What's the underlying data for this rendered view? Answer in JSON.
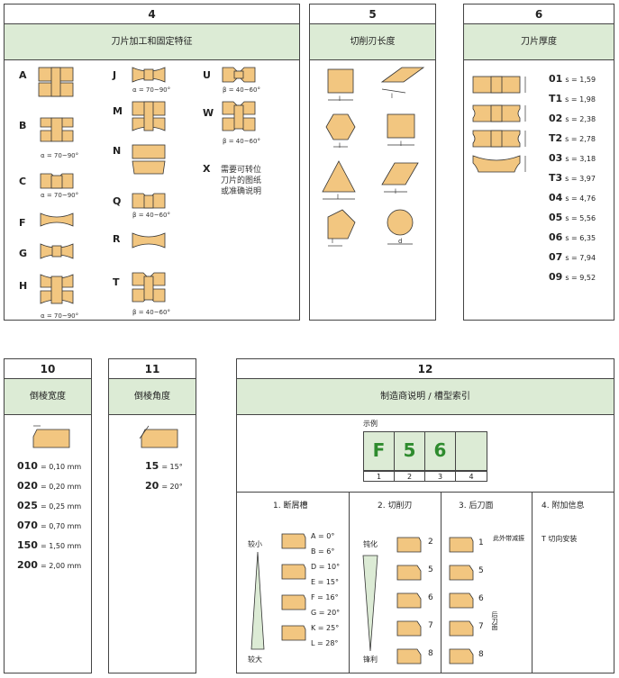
{
  "panel4": {
    "number": "4",
    "title": "刀片加工和固定特征",
    "items": {
      "A": "A",
      "B": "B",
      "C": "C",
      "F": "F",
      "G": "G",
      "H": "H",
      "J": "J",
      "M": "M",
      "N": "N",
      "Q": "Q",
      "R": "R",
      "T": "T",
      "U": "U",
      "W": "W",
      "X": "X"
    },
    "alpha": "α = 70~90°",
    "beta": "β = 40~60°",
    "x_note": [
      "需要可转位",
      "刀片的图纸",
      "或准确说明"
    ]
  },
  "panel5": {
    "number": "5",
    "title": "切削刃长度",
    "l": "l",
    "d": "d"
  },
  "panel6": {
    "number": "6",
    "title": "刀片厚度",
    "codes": [
      {
        "code": "01",
        "value": "s = 1,59"
      },
      {
        "code": "T1",
        "value": "s = 1,98"
      },
      {
        "code": "02",
        "value": "s = 2,38"
      },
      {
        "code": "T2",
        "value": "s = 2,78"
      },
      {
        "code": "03",
        "value": "s = 3,18"
      },
      {
        "code": "T3",
        "value": "s = 3,97"
      },
      {
        "code": "04",
        "value": "s = 4,76"
      },
      {
        "code": "05",
        "value": "s = 5,56"
      },
      {
        "code": "06",
        "value": "s = 6,35"
      },
      {
        "code": "07",
        "value": "s = 7,94"
      },
      {
        "code": "09",
        "value": "s = 9,52"
      }
    ]
  },
  "panel10": {
    "number": "10",
    "title": "倒棱宽度",
    "codes": [
      {
        "code": "010",
        "value": "= 0,10 mm"
      },
      {
        "code": "020",
        "value": "= 0,20 mm"
      },
      {
        "code": "025",
        "value": "= 0,25 mm"
      },
      {
        "code": "070",
        "value": "= 0,70 mm"
      },
      {
        "code": "150",
        "value": "= 1,50 mm"
      },
      {
        "code": "200",
        "value": "= 2,00 mm"
      }
    ]
  },
  "panel11": {
    "number": "11",
    "title": "倒棱角度",
    "codes": [
      {
        "code": "15",
        "value": "= 15°"
      },
      {
        "code": "20",
        "value": "= 20°"
      }
    ]
  },
  "panel12": {
    "number": "12",
    "title": "制造商说明 / 槽型索引",
    "example_label": "示例",
    "example_chars": [
      "F",
      "5",
      "6",
      ""
    ],
    "example_idx": [
      "1",
      "2",
      "3",
      "4"
    ],
    "col1": {
      "title": "1. 断屑槽",
      "top": "较小",
      "bottom": "较大",
      "angles": [
        "A = 0°",
        "B = 6°",
        "D = 10°",
        "E = 15°",
        "F = 16°",
        "G = 20°",
        "K = 25°",
        "L = 28°"
      ]
    },
    "col2": {
      "title": "2. 切削刃",
      "top": "钝化",
      "bottom": "锋利",
      "codes": [
        "2",
        "5",
        "6",
        "7",
        "8"
      ]
    },
    "col3": {
      "title": "3. 后刀面",
      "codes": [
        "1",
        "5",
        "6",
        "7",
        "8"
      ],
      "note1": "此外带减振",
      "side": "后刀面"
    },
    "col4": {
      "title": "4. 附加信息",
      "t_note": "T 切向安装"
    }
  }
}
